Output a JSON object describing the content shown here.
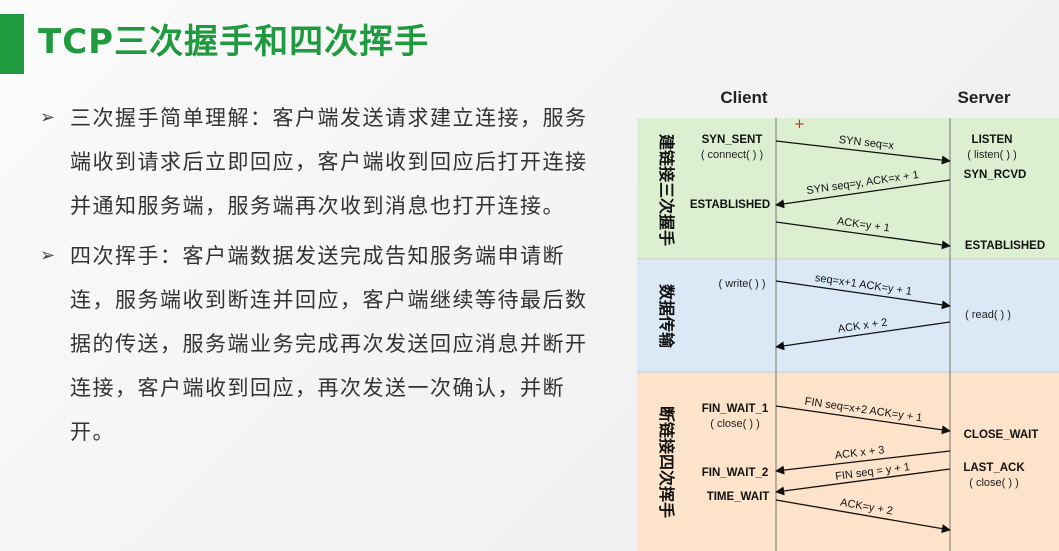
{
  "title": "TCP三次握手和四次挥手",
  "bullets": [
    {
      "marker": "➢",
      "text": "三次握手简单理解：客户端发送请求建立连接，服务端收到请求后立即回应，客户端收到回应后打开连接并通知服务端，服务端再次收到消息也打开连接。"
    },
    {
      "marker": "➢",
      "text": "四次挥手：客户端数据发送完成告知服务端申请断连，服务端收到断连并回应，客户端继续等待最后数据的传送，服务端业务完成再次发送回应消息并断开连接，客户端收到回应，再次发送一次确认，并断开。"
    }
  ],
  "diagram": {
    "client_header": "Client",
    "server_header": "Server",
    "colors": {
      "handshake": "#dcefd1",
      "transfer": "#dbe8f6",
      "teardown": "#fde3c9"
    },
    "sections": [
      {
        "label": "建链接三次握手"
      },
      {
        "label": "数据传输"
      },
      {
        "label": "断链接四次挥手"
      }
    ],
    "client_states": [
      {
        "label": "SYN_SENT"
      },
      {
        "label": "( connect( ) )"
      },
      {
        "label": "ESTABLISHED"
      },
      {
        "label": "( write( ) )"
      },
      {
        "label": "FIN_WAIT_1"
      },
      {
        "label": "( close( ) )"
      },
      {
        "label": "FIN_WAIT_2"
      },
      {
        "label": "TIME_WAIT"
      }
    ],
    "server_states": [
      {
        "label": "LISTEN"
      },
      {
        "label": "( listen( ) )"
      },
      {
        "label": "SYN_RCVD"
      },
      {
        "label": "ESTABLISHED"
      },
      {
        "label": "( read( ) )"
      },
      {
        "label": "CLOSE_WAIT"
      },
      {
        "label": "LAST_ACK"
      },
      {
        "label": "( close( ) )"
      }
    ],
    "messages": [
      {
        "label": "SYN seq=x",
        "direction": "to-server"
      },
      {
        "label": "SYN seq=y, ACK=x + 1",
        "direction": "to-client"
      },
      {
        "label": "ACK=y + 1",
        "direction": "to-server"
      },
      {
        "label": "seq=x+1 ACK=y + 1",
        "direction": "to-server"
      },
      {
        "label": "ACK x + 2",
        "direction": "to-client"
      },
      {
        "label": "FIN seq=x+2 ACK=y + 1",
        "direction": "to-server"
      },
      {
        "label": "ACK x + 3",
        "direction": "to-client"
      },
      {
        "label": "FIN seq = y + 1",
        "direction": "to-client"
      },
      {
        "label": "ACK=y + 2",
        "direction": "to-server"
      }
    ]
  }
}
